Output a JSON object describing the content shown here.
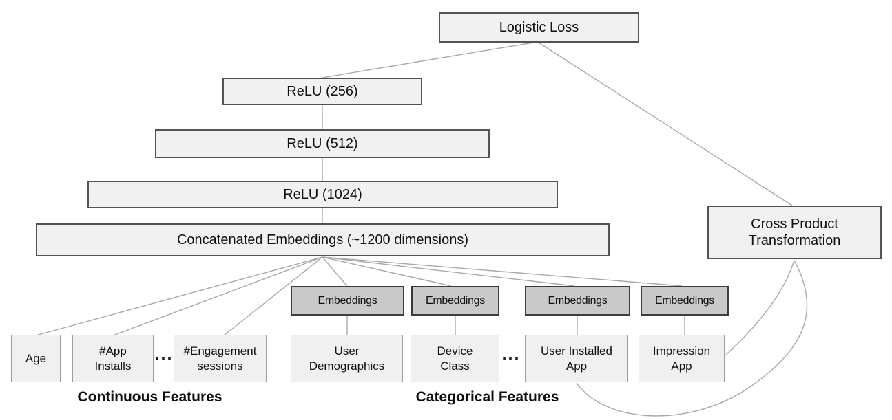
{
  "diagram_type": "neural-network-architecture",
  "colors": {
    "background": "#ffffff",
    "node_fill": "#f1f1f1",
    "node_border_dark": "#535353",
    "feature_fill": "#f0f0f0",
    "feature_border_light": "#9e9e9e",
    "embedding_fill": "#c9c9c9",
    "embedding_border": "#3d3d3d",
    "edge_line": "#a8a8a8",
    "text": "#111111"
  },
  "deep_branch": {
    "logistic_loss": "Logistic Loss",
    "relu_256": "ReLU (256)",
    "relu_512": "ReLU (512)",
    "relu_1024": "ReLU (1024)",
    "concatenated_embeddings": "Concatenated Embeddings (~1200 dimensions)"
  },
  "wide_branch": {
    "cross_product_transformation": "Cross Product Transformation"
  },
  "embedding_boxes": [
    {
      "label": "Embeddings"
    },
    {
      "label": "Embeddings"
    },
    {
      "label": "Embeddings"
    },
    {
      "label": "Embeddings"
    }
  ],
  "continuous": {
    "heading": "Continuous Features",
    "ellipsis": "...",
    "features": [
      {
        "label": "Age"
      },
      {
        "label": "#App Installs"
      },
      {
        "label": "#Engagement sessions"
      }
    ]
  },
  "categorical": {
    "heading": "Categorical Features",
    "ellipsis": "...",
    "features": [
      {
        "label": "User Demographics"
      },
      {
        "label": "Device Class"
      },
      {
        "label": "User Installed App"
      },
      {
        "label": "Impression App"
      }
    ]
  }
}
